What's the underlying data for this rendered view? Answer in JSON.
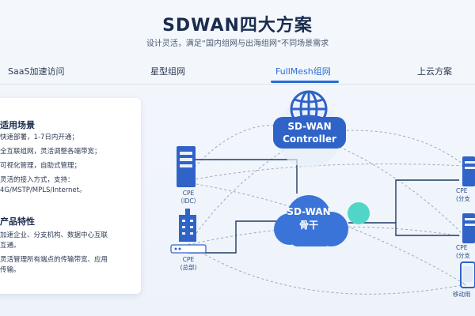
{
  "header": {
    "title": "SDWAN四大方案",
    "subtitle": "设计灵活，满足“国内组网与出海组网”不同场景需求"
  },
  "tabs": [
    {
      "label": "SaaS加速访问",
      "active": false
    },
    {
      "label": "星型组网",
      "active": false
    },
    {
      "label": "FullMesh组网",
      "active": true
    },
    {
      "label": "上云方案",
      "active": false
    }
  ],
  "panel": {
    "scenarios_title": "适用场景",
    "scenarios": [
      "快速部署，1-7日内开通；",
      "全互联组网，灵活调整各端带宽；",
      "可视化管理，自助式管理；",
      "灵活的接入方式，支持：",
      "4G/MSTP/MPLS/Internet。"
    ],
    "features_title": "产品特性",
    "features": [
      "加速企业、分支机构、数据中心互联",
      "互通。",
      "灵活管理所有端点的传输带宽、应用",
      "传输。"
    ]
  },
  "diagram": {
    "controller_line1": "SD-WAN",
    "controller_line2": "Controller",
    "backbone_line1": "SD-WAN",
    "backbone_line2": "骨干",
    "cpe_idc_line1": "CPE",
    "cpe_idc_line2": "（IDC）",
    "cpe_hq_line1": "CPE",
    "cpe_hq_line2": "(总部)",
    "cpe_branch1_line1": "CPE",
    "cpe_branch1_line2": "(分支",
    "cpe_branch2_line1": "CPE",
    "cpe_branch2_line2": "(分支",
    "mobile_label": "移动用"
  },
  "colors": {
    "accent": "#2a6cd6",
    "node_blue": "#2f63c8",
    "cloud_blue": "#3b74d8",
    "teal": "#4fd6c7"
  }
}
